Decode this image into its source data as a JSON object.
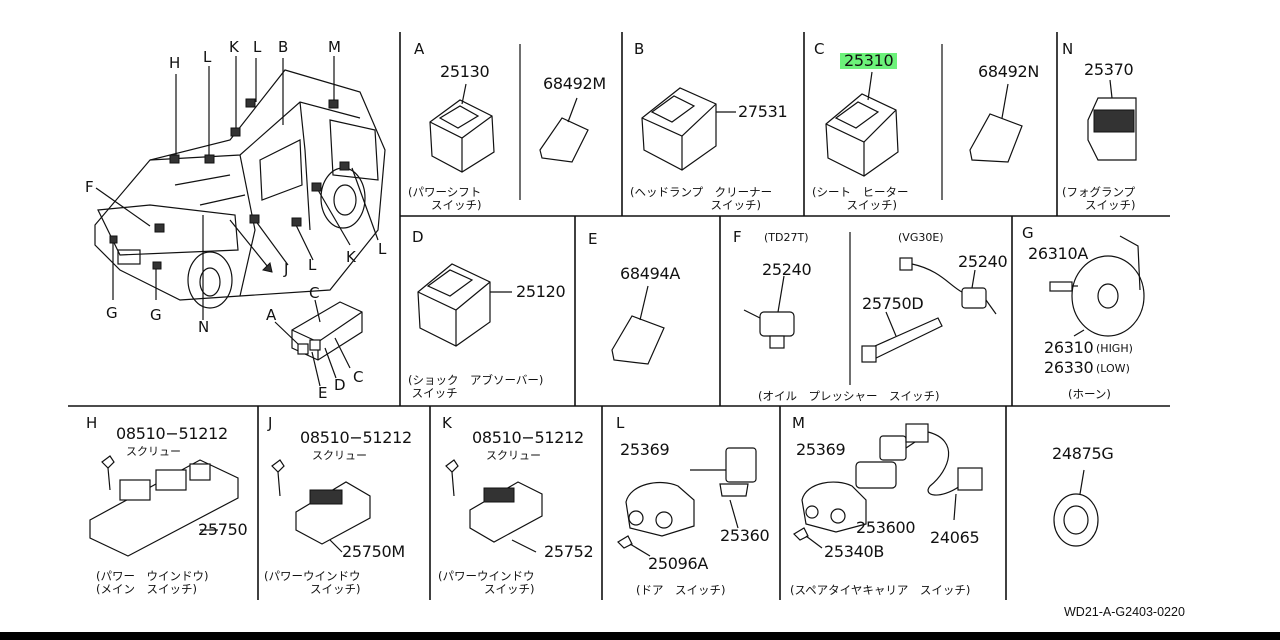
{
  "document_id": "WD21-A-G2403-0220",
  "overview": {
    "labels": {
      "H": "H",
      "L1": "L",
      "K1": "K",
      "L2": "L",
      "B": "B",
      "M": "M",
      "F": "F",
      "G1": "G",
      "G2": "G",
      "N": "N",
      "J": "J",
      "L3": "L",
      "K2": "K",
      "L4": "L",
      "C": "C",
      "A": "A",
      "C2": "C",
      "E": "E",
      "D": "D"
    }
  },
  "cells": [
    {
      "letter": "A",
      "parts": [
        "25130",
        "68492M"
      ],
      "caption": "(パワーシフト\n　　スイッチ)"
    },
    {
      "letter": "B",
      "parts": [
        "27531"
      ],
      "caption": "(ヘッドランプ　クリーナー\n　　　　　　　スイッチ)"
    },
    {
      "letter": "C",
      "parts": [
        "25310",
        "68492N"
      ],
      "caption": "(シート　ヒーター\n　　　スイッチ)"
    },
    {
      "letter": "N",
      "parts": [
        "25370"
      ],
      "caption": "(フォグランプ\n　　スイッチ)"
    },
    {
      "letter": "D",
      "parts": [
        "25120"
      ],
      "caption": "(ショック　アブソーバー)\n スイッチ"
    },
    {
      "letter": "E",
      "parts": [
        "68494A"
      ],
      "caption": ""
    },
    {
      "letter": "F",
      "sub": [
        "(TD27T)",
        "(VG30E)"
      ],
      "parts": [
        "25240",
        "25240",
        "25750D"
      ],
      "caption": "(オイル　プレッシャー　スイッチ)"
    },
    {
      "letter": "G",
      "parts": [
        "26310A",
        "26310",
        "26330"
      ],
      "notes": [
        "(HIGH)",
        "(LOW)"
      ],
      "caption": "(ホーン)"
    },
    {
      "letter": "H",
      "parts": [
        "08510−51212",
        "25750"
      ],
      "note": "スクリュー",
      "caption": "(パワー　ウインドウ)\n(メイン　スイッチ)"
    },
    {
      "letter": "J",
      "parts": [
        "08510−51212",
        "25750M"
      ],
      "note": "スクリュー",
      "caption": "(パワーウインドウ\n　　　　スイッチ)"
    },
    {
      "letter": "K",
      "parts": [
        "08510−51212",
        "25752"
      ],
      "note": "スクリュー",
      "caption": "(パワーウインドウ\n　　　　スイッチ)"
    },
    {
      "letter": "L",
      "parts": [
        "25369",
        "25360",
        "25096A"
      ],
      "caption": "(ドア　スイッチ)"
    },
    {
      "letter": "M",
      "parts": [
        "25369",
        "253600",
        "25340B",
        "24065"
      ],
      "caption": "(スペアタイヤキャリア　スイッチ)"
    },
    {
      "letter": "",
      "parts": [
        "24875G"
      ],
      "caption": ""
    }
  ],
  "colors": {
    "line": "#111111",
    "highlight": "#6cf27a",
    "background": "#ffffff"
  }
}
